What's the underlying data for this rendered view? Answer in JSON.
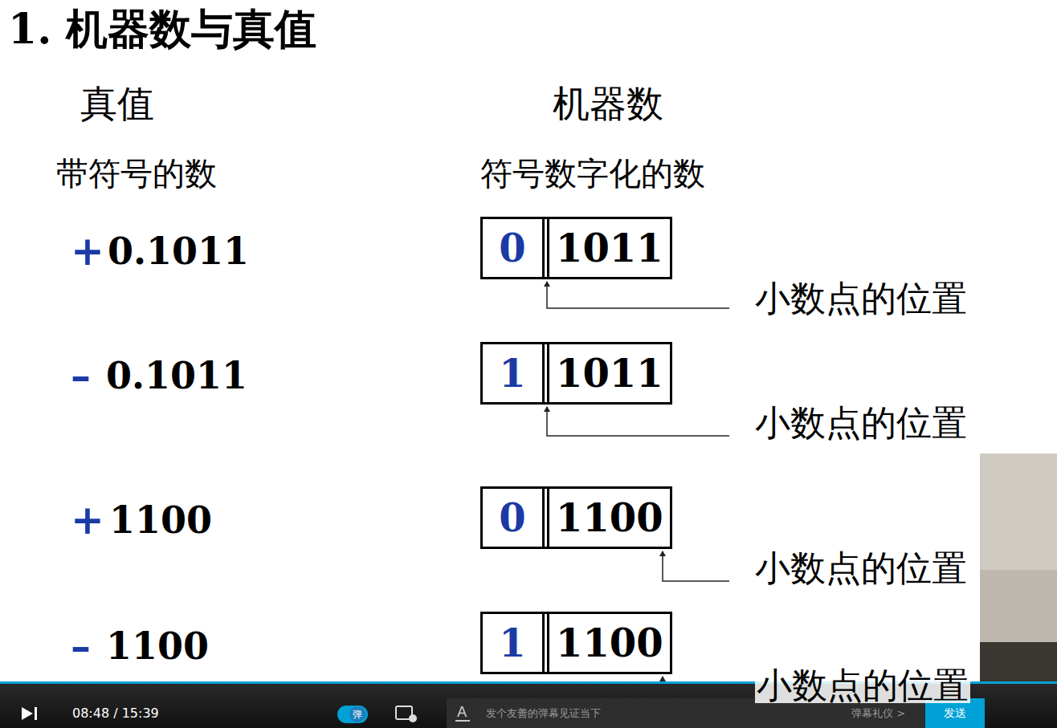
{
  "diagram": {
    "title": "1. 机器数与真值",
    "nodes": [
      {
        "text": [
          "0",
          "1011"
        ]
      },
      {
        "text": [
          "1",
          "1011"
        ]
      },
      {
        "text": [
          "0",
          "1100"
        ]
      },
      {
        "text": [
          "1",
          "1100"
        ]
      }
    ],
    "labels": [
      "真值",
      "机器数",
      "带符号的数",
      "符号数字化的数",
      "+",
      "0.1011",
      "小数点的位置",
      "–",
      "0.1011",
      "小数点的位置",
      "+",
      "1100",
      "小数点的位置",
      "–",
      "1100",
      "小数点的位置",
      "08:48 / 15:39",
      "弹",
      "A",
      "发个友善的弹幕见证当下",
      "弹幕礼仪 >",
      "发送"
    ]
  }
}
